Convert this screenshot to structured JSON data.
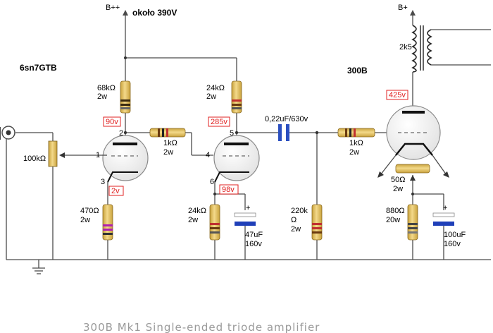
{
  "labels": {
    "bplus_top": "B++",
    "about_390v": "około 390V",
    "bplus_right": "B+",
    "tube1_name": "6sn7GTB",
    "tube2_name": "300B",
    "pot": "100kΩ",
    "r68k": "68kΩ",
    "r68k_w": "2w",
    "r24k_top": "24kΩ",
    "r24k_top_w": "2w",
    "r1k_grid": "1kΩ",
    "r1k_grid_w": "2w",
    "r470": "470Ω",
    "r470_w": "2w",
    "r24k_bot": "24kΩ",
    "r24k_bot_w": "2w",
    "c47": "47uF",
    "c47_v": "160v",
    "cap_coupling": "0,22uF/630v",
    "r1k_300b": "1kΩ",
    "r1k_300b_w": "2w",
    "r220k_a": "220k",
    "r220k_b": "Ω",
    "r220k_w": "2w",
    "r2k5": "2k5",
    "r50": "50Ω",
    "r50_w": "2w",
    "r880": "880Ω",
    "r880_w": "20w",
    "c100": "100uF",
    "c100_v": "160v",
    "pin1": "1",
    "pin2": "2",
    "pin3": "3",
    "pin4": "4",
    "pin5": "5",
    "pin6": "6",
    "plus1": "+",
    "plus2": "+"
  },
  "voltages": {
    "v90": "90v",
    "v285": "285v",
    "v425": "425v",
    "v2": "2v",
    "v98": "98v"
  },
  "caption": "300B Mk1 Single-ended triode amplifier",
  "colors": {
    "voltage_box": "#e02020",
    "resistor_body": "#e9c86a",
    "capacitor_coupling": "#2b4fc0",
    "capacitor_electrolytic": "#1f3fb8",
    "wire": "#4a4a4a"
  }
}
